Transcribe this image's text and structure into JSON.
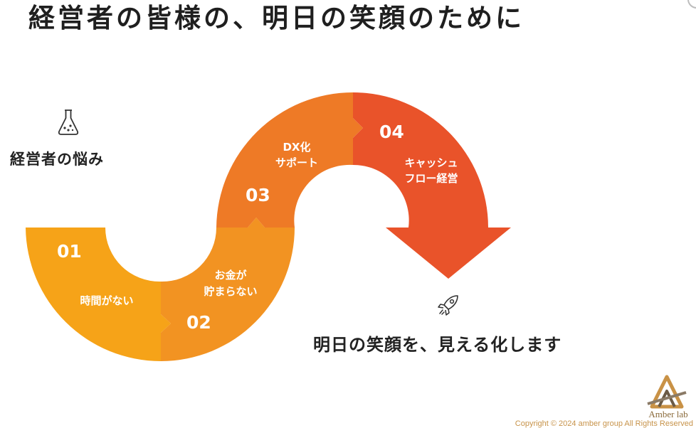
{
  "title": "経営者の皆様の、明日の笑顔のために",
  "left": {
    "icon": "flask-icon",
    "label": "経営者の悩み"
  },
  "steps": [
    {
      "number": "01",
      "line1": "時間がない",
      "line2": "",
      "color": "#F6A318"
    },
    {
      "number": "02",
      "line1": "お金が",
      "line2": "貯まらない",
      "color": "#F29322"
    },
    {
      "number": "03",
      "line1": "DX化",
      "line2": "サポート",
      "color": "#EE7A26"
    },
    {
      "number": "04",
      "line1": "キャッシュ",
      "line2": "フロー経営",
      "color": "#E9532A"
    }
  ],
  "result": {
    "icon": "rocket-icon",
    "text": "明日の笑顔を、見える化します"
  },
  "logo": {
    "icon": "amber-lab-logo-icon",
    "name": "Amber lab"
  },
  "copyright": "Copyright © 2024 amber group All Rights Reserved"
}
